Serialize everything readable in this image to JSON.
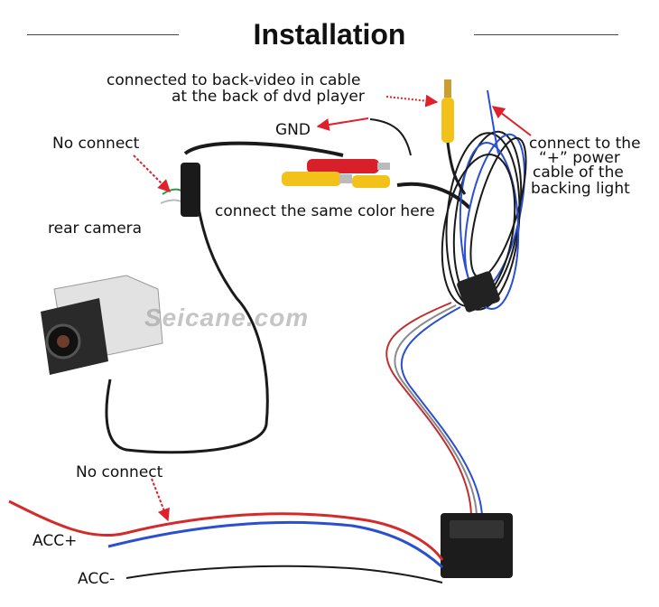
{
  "title": "Installation",
  "watermark": "Seicane.com",
  "labels": {
    "back_video_line1": "connected to back-video in cable",
    "back_video_line2": "at the back of dvd player",
    "gnd": "GND",
    "no_connect_top": "No connect",
    "same_color": "connect the same color here",
    "rear_camera": "rear camera",
    "power_line1": "connect to the",
    "power_line2": "“+” power",
    "power_line3": "cable of the",
    "power_line4": "backing light",
    "no_connect_bottom": "No connect",
    "acc_plus": "ACC+",
    "acc_minus": "ACC-"
  },
  "colors": {
    "arrow": "#e0202a",
    "cable": "#1a1a1a",
    "blue_wire": "#2a4fd0",
    "red_wire": "#d42a2a",
    "yellow_plug": "#f2c21a",
    "red_plug": "#d8202a"
  }
}
